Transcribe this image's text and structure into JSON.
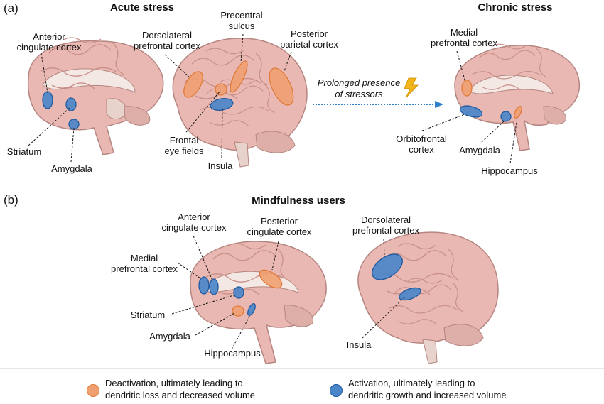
{
  "panels": {
    "a": "(a)",
    "b": "(b)"
  },
  "titles": {
    "acute": "Acute stress",
    "chronic": "Chronic stress",
    "mindfulness": "Mindfulness users"
  },
  "arrow": {
    "line1": "Prolonged presence",
    "line2": "of stressors",
    "icon": "lightning-bolt-icon"
  },
  "labels": {
    "acc_a": [
      "Anterior",
      "cingulate cortex"
    ],
    "striatum_a": [
      "Striatum"
    ],
    "amygdala_a": [
      "Amygdala"
    ],
    "dlpfc_a": [
      "Dorsolateral",
      "prefrontal cortex"
    ],
    "precentral": [
      "Precentral",
      "sulcus"
    ],
    "ppc": [
      "Posterior",
      "parietal cortex"
    ],
    "fef": [
      "Frontal",
      "eye fields"
    ],
    "insula_a": [
      "Insula"
    ],
    "mpfc_c": [
      "Medial",
      "prefrontal cortex"
    ],
    "ofc": [
      "Orbitofrontal",
      "cortex"
    ],
    "amygdala_c": [
      "Amygdala"
    ],
    "hippo_c": [
      "Hippocampus"
    ],
    "acc_b": [
      "Anterior",
      "cingulate cortex"
    ],
    "pcc_b": [
      "Posterior",
      "cingulate cortex"
    ],
    "mpfc_b": [
      "Medial",
      "prefrontal cortex"
    ],
    "striatum_b": [
      "Striatum"
    ],
    "amygdala_b": [
      "Amygdala"
    ],
    "hippo_b": [
      "Hippocampus"
    ],
    "dlpfc_b": [
      "Dorsolateral",
      "prefrontal cortex"
    ],
    "insula_b": [
      "Insula"
    ]
  },
  "legend": {
    "deactivation": [
      "Deactivation, ultimately leading to",
      "dendritic loss and decreased volume"
    ],
    "activation": [
      "Activation, ultimately leading to",
      "dendritic growth and increased volume"
    ]
  },
  "colors": {
    "orange_fill": "#f0a070",
    "orange_stroke": "#e07a3a",
    "blue_fill": "#4a86c8",
    "blue_stroke": "#1f5aa0",
    "brain_fill": "#eab8b2",
    "brain_stroke": "#b58580",
    "gyri": "#c9908b",
    "arrow": "#2f7fc9",
    "bolt": "#f2b51b"
  }
}
